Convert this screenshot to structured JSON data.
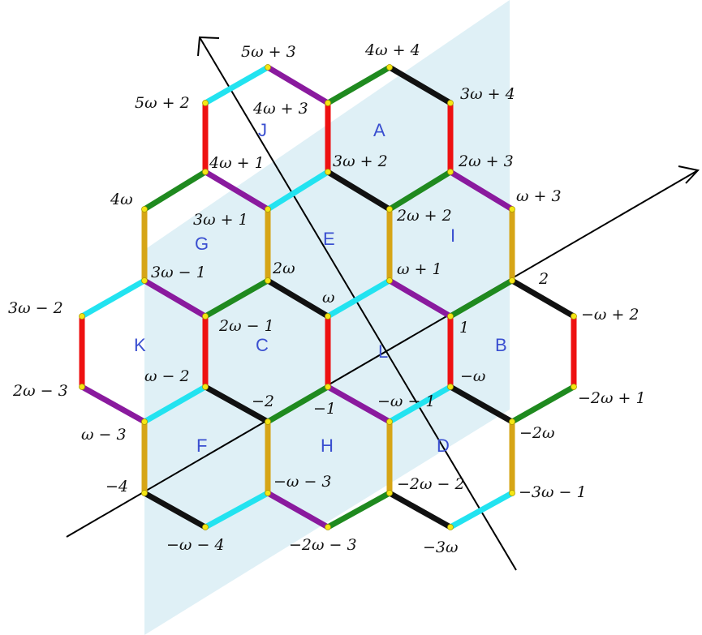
{
  "colors": {
    "background": "#ffffff",
    "plane_fill": "#d9edf5",
    "axis": "#000000",
    "vertex": "#f5e614",
    "vertex_stroke": "#a89a00",
    "hex_label": "#3a4fd0",
    "edge_cyan": "#22e3f0",
    "edge_purple": "#8a1a9e",
    "edge_green": "#1f8a1f",
    "edge_black": "#111111",
    "edge_red": "#ee1111",
    "edge_gold": "#d6a516"
  },
  "hexagon_labels": [
    "A",
    "B",
    "C",
    "D",
    "E",
    "F",
    "G",
    "H",
    "I",
    "J",
    "K",
    "L"
  ],
  "vertex_labels": [
    "5ω + 3",
    "4ω + 4",
    "5ω + 2",
    "4ω + 3",
    "3ω + 4",
    "3ω + 2",
    "2ω + 3",
    "4ω + 1",
    "4ω",
    "ω + 3",
    "3ω + 1",
    "2ω + 2",
    "3ω − 1",
    "2ω",
    "ω + 1",
    "2",
    "3ω − 2",
    "ω",
    "−ω + 2",
    "2ω − 1",
    "1",
    "−ω",
    "ω − 2",
    "2ω − 3",
    "−2",
    "−1",
    "−ω − 1",
    "−2ω + 1",
    "ω − 3",
    "−2ω",
    "−ω − 3",
    "−2ω − 2",
    "−4",
    "−3ω − 1",
    "−ω − 4",
    "−2ω − 3",
    "−3ω"
  ]
}
